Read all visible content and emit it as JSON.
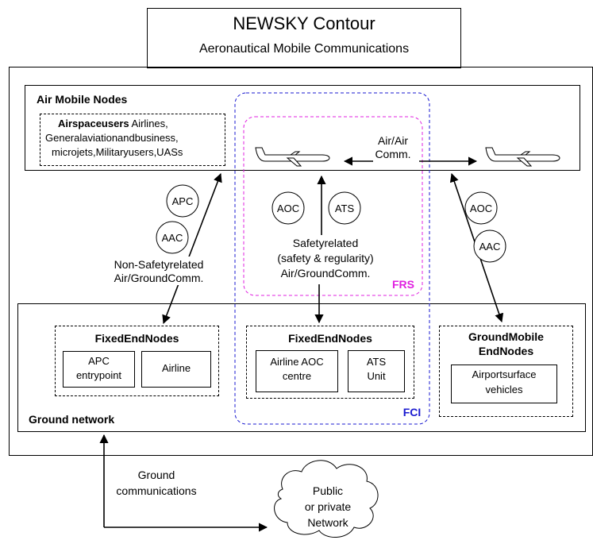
{
  "title_box": {
    "title": "NEWSKY Contour",
    "subtitle": "Aeronautical Mobile Communications"
  },
  "air_mobile_nodes": {
    "heading": "Air Mobile Nodes",
    "users_bold": "Airspaceusers",
    "users_line1": "Airlines,",
    "users_line2": "Generalaviationandbusiness,",
    "users_line3": "microjets,Militaryusers,UASs"
  },
  "air_air": {
    "line1": "Air/Air",
    "line2": "Comm."
  },
  "bubbles": {
    "apc_left": "APC",
    "aac_left": "AAC",
    "aoc_center": "AOC",
    "ats_center": "ATS",
    "aoc_right": "AOC",
    "aac_right": "AAC"
  },
  "non_safety": {
    "line1": "Non-Safetyrelated",
    "line2": "Air/GroundComm."
  },
  "safety": {
    "line1": "Safetyrelated",
    "line2": "(safety & regularity)",
    "line3": "Air/GroundComm."
  },
  "frs_label": "FRS",
  "fci_label": "FCI",
  "ground_network": {
    "heading": "Ground  network",
    "fixed_left": {
      "title": "FixedEndNodes",
      "apc_line1": "APC",
      "apc_line2": "entrypoint",
      "airline": "Airline"
    },
    "fixed_center": {
      "title": "FixedEndNodes",
      "aoc_line1": "Airline AOC",
      "aoc_line2": "centre",
      "ats_line1": "ATS",
      "ats_line2": "Unit"
    },
    "ground_mobile": {
      "title_line1": "GroundMobile",
      "title_line2": "EndNodes",
      "vehicles_line1": "Airportsurface",
      "vehicles_line2": "vehicles"
    }
  },
  "ground_comm": {
    "line1": "Ground",
    "line2": "communications"
  },
  "cloud": {
    "line1": "Public",
    "line2": "or private",
    "line3": "Network"
  },
  "colors": {
    "frs": "#e020e0",
    "fci": "#1a1ad0"
  }
}
